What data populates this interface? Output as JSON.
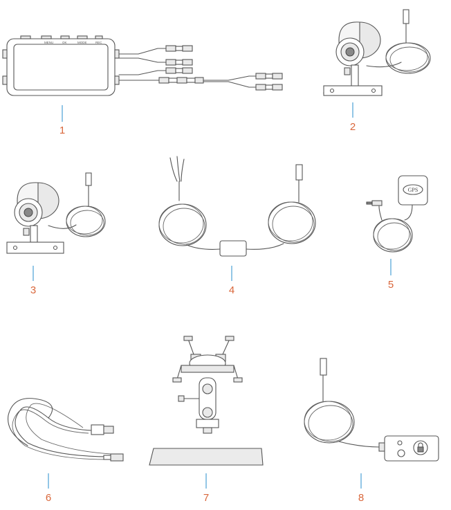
{
  "labels": [
    "1",
    "2",
    "3",
    "4",
    "5",
    "6",
    "7",
    "8"
  ],
  "device_buttons": [
    "MENU",
    "OK",
    "MODE",
    "REC"
  ],
  "gps_text": "GPS",
  "colors": {
    "label": "#d9663a",
    "leader": "#4a9fd4",
    "line": "#555555"
  },
  "icons": [
    "dvr-unit",
    "camera",
    "camera",
    "power-cable",
    "gps-antenna",
    "usb-cable",
    "handlebar-mount",
    "remote-button"
  ]
}
